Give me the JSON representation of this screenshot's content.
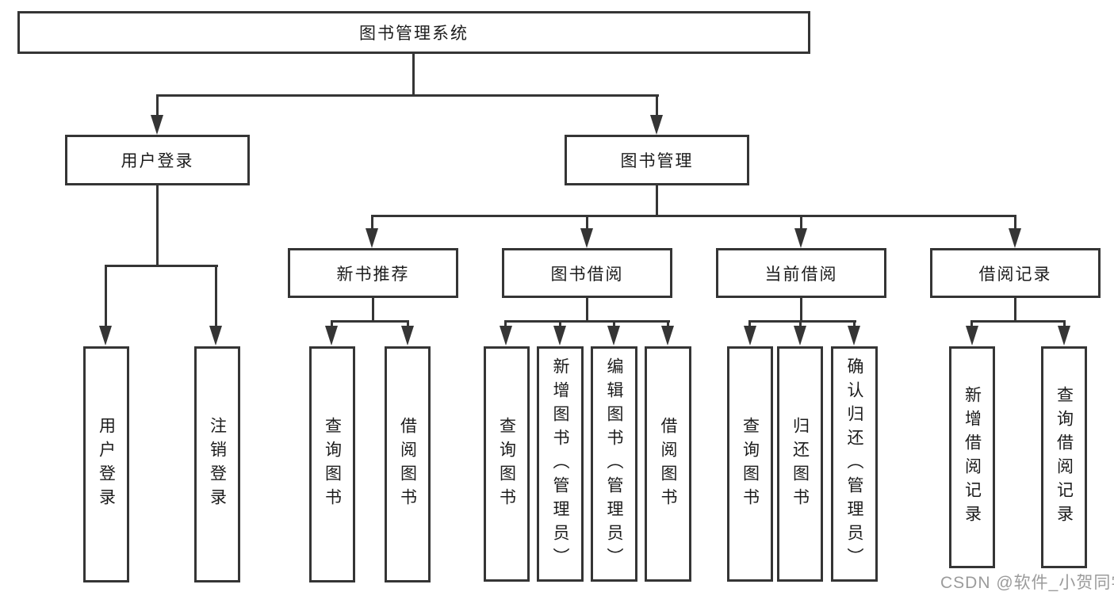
{
  "diagram_title": "图书管理系统",
  "tree": {
    "root": "图书管理系统",
    "level2": {
      "user_login": "用户登录",
      "book_management": "图书管理"
    },
    "level3": {
      "new_book_recommend": "新书推荐",
      "book_borrowing": "图书借阅",
      "current_borrowing": "当前借阅",
      "borrowing_records": "借阅记录"
    },
    "leaves": {
      "user_login": "用户登录",
      "logout": "注销登录",
      "recommend_query_books": "查询图书",
      "recommend_borrow_books": "借阅图书",
      "borrowing_query_books": "查询图书",
      "borrowing_add_books_admin": "新增图书（管理员）",
      "borrowing_edit_books_admin": "编辑图书（管理员）",
      "borrowing_borrow_books": "借阅图书",
      "current_query_books": "查询图书",
      "current_return_books": "归还图书",
      "current_confirm_return_admin": "确认归还（管理员）",
      "records_add_record": "新增借阅记录",
      "records_query_record": "查询借阅记录"
    }
  },
  "watermark": "CSDN @软件_小贺同学",
  "colors": {
    "line": "#353535",
    "text": "#1c1c1c",
    "box_background": "#ffffff",
    "page_background": "#ffffff",
    "watermark": "#9b9b9b"
  }
}
